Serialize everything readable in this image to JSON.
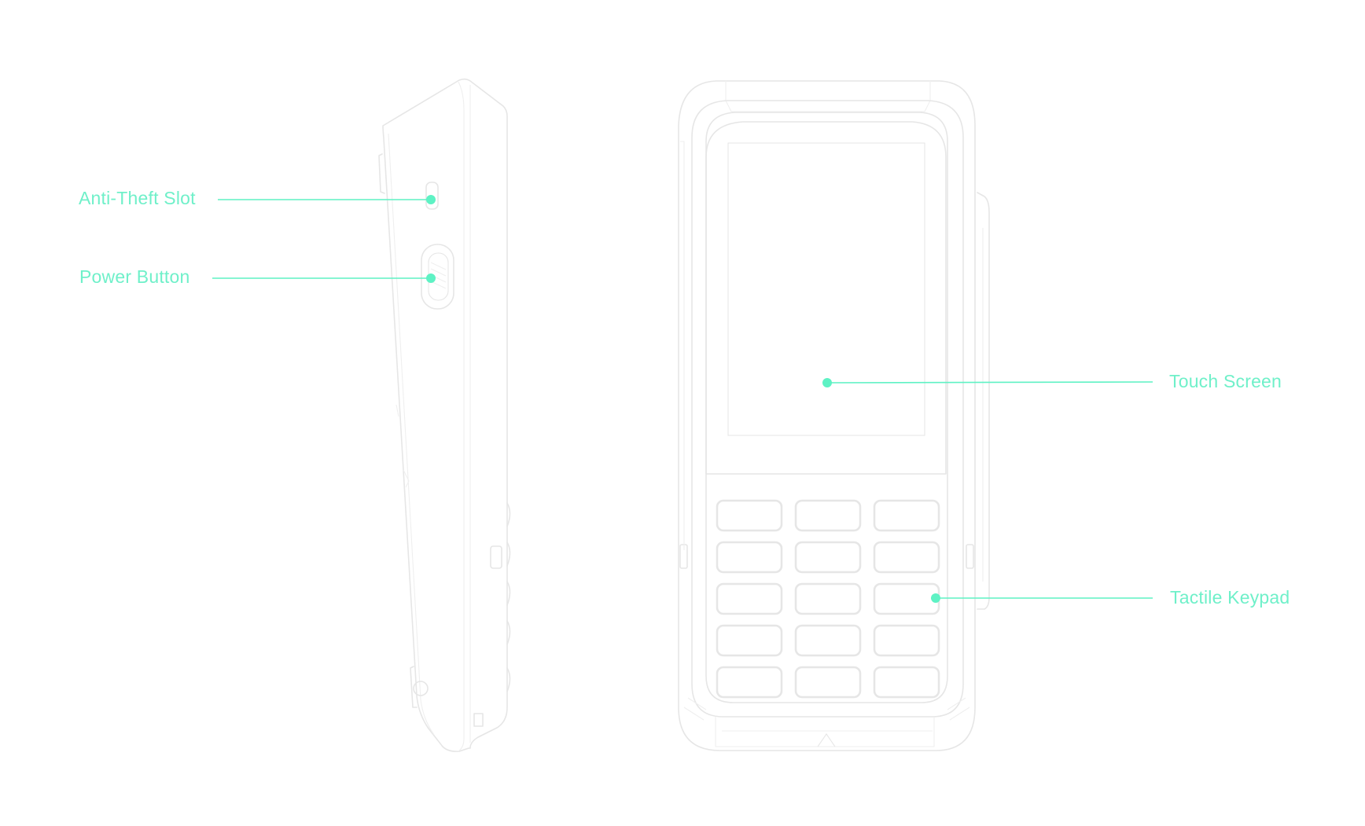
{
  "colors": {
    "background": "#ffffff",
    "outline": "#e6e6e6",
    "outline_soft": "#efefef",
    "accent": "#5ef2c4",
    "label": "#6ff0c9"
  },
  "views": {
    "side": {
      "name": "side-view"
    },
    "front": {
      "name": "front-view"
    }
  },
  "callouts": [
    {
      "id": "anti-theft-slot",
      "label": "Anti-Theft Slot"
    },
    {
      "id": "power-button",
      "label": "Power Button"
    },
    {
      "id": "touch-screen",
      "label": "Touch Screen"
    },
    {
      "id": "tactile-keypad",
      "label": "Tactile Keypad"
    }
  ],
  "keypad": {
    "rows": 5,
    "columns": 3
  }
}
